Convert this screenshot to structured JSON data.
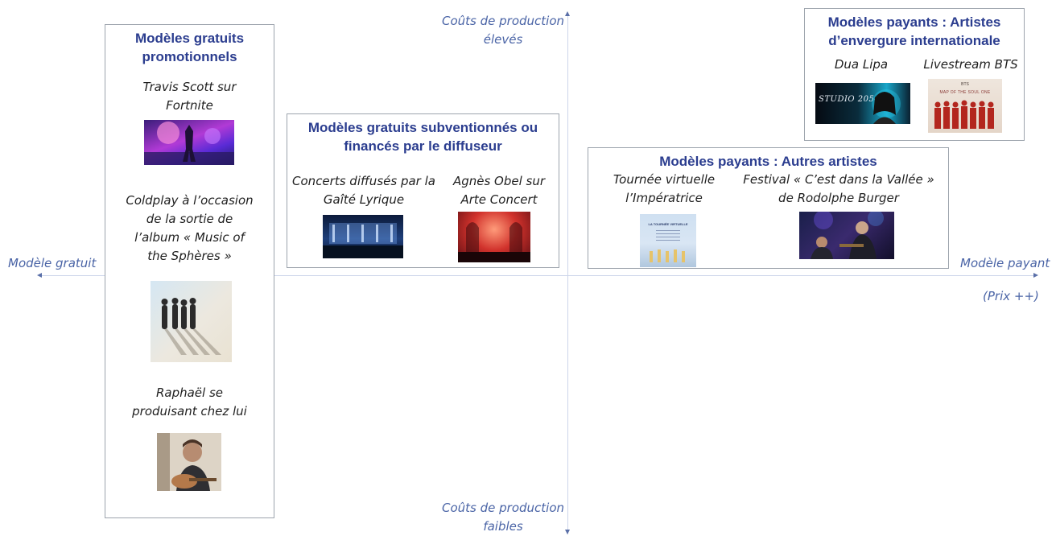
{
  "axes": {
    "left_label": "Modèle gratuit",
    "right_label": "Modèle payant",
    "right_sublabel": "(Prix ++)",
    "top_label_line1": "Coûts de production",
    "top_label_line2": "élevés",
    "bottom_label_line1": "Coûts de production",
    "bottom_label_line2": "faibles"
  },
  "boxes": {
    "promo": {
      "title_line1": "Modèles gratuits",
      "title_line2": "promotionnels",
      "items": [
        {
          "lines": [
            "Travis Scott sur",
            "Fortnite"
          ]
        },
        {
          "lines": [
            "Coldplay à l’occasion",
            "de la sortie de",
            "l’album « Music of",
            "the Sphères »"
          ]
        },
        {
          "lines": [
            "Raphaël se",
            "produisant chez lui"
          ]
        }
      ]
    },
    "subv": {
      "title_line1": "Modèles gratuits subventionnés ou",
      "title_line2": "financés par le diffuseur",
      "items": [
        {
          "lines": [
            "Concerts diffusés par la",
            "Gaîté Lyrique"
          ]
        },
        {
          "lines": [
            "Agnès Obel sur",
            "Arte Concert"
          ]
        }
      ]
    },
    "intl": {
      "title_line1": "Modèles payants : Artistes",
      "title_line2": "d’envergure internationale",
      "items": [
        {
          "lines": [
            "Dua Lipa"
          ],
          "thumb_text": "STUDIO 2054"
        },
        {
          "lines": [
            "Livestream BTS"
          ],
          "thumb_text_1": "BTS",
          "thumb_text_2": "MAP OF THE SOUL ONE"
        }
      ]
    },
    "others": {
      "title_line1": "Modèles payants : Autres artistes",
      "items": [
        {
          "lines": [
            "Tournée virtuelle",
            "l’Impératrice"
          ],
          "thumb_text": "LA TOURNÉE VIRTUELLE"
        },
        {
          "lines": [
            "Festival « C’est dans la Vallée »",
            "de Rodolphe Burger"
          ]
        }
      ]
    }
  },
  "colors": {
    "title": "#2b3d8f",
    "axis_text": "#4a64a6",
    "axis_line": "#cdd5ea",
    "box_border": "#9da4ad"
  }
}
